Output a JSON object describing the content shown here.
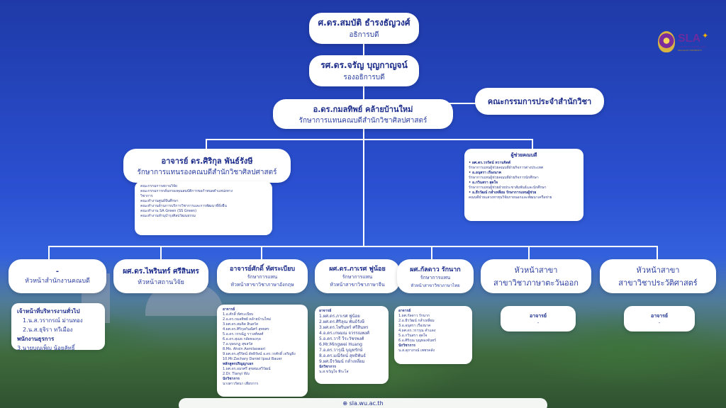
{
  "colors": {
    "navy": "#1b2c8a",
    "role": "#2b3fa0",
    "background": "#2a4fd0"
  },
  "logo": {
    "text": "SLA",
    "sub1": "SCHOOL OF LIBERAL ARTS",
    "sub2": "WALAILAK UNIVERSITY"
  },
  "president": {
    "name": "ศ.ดร.สมบัติ ธำรงธัญวงศ์",
    "role": "อธิการบดี"
  },
  "vice_president": {
    "name": "รศ.ดร.จรัญ บุญกาญจน์",
    "role": "รองอธิการบดี"
  },
  "dean": {
    "name": "อ.ดร.กมลทิพย์ คล้ายบ้านใหม่",
    "role": "รักษาการแทนคณบดีสำนักวิชาศิลปศาสตร์"
  },
  "committee": {
    "label": "คณะกรรมการประจำสำนักวิชา"
  },
  "deputy_dean": {
    "name": "อาจารย์ ดร.ศิริกุล พันธ์รังษี",
    "role": "รักษาการแทนรองคณบดีสำนักวิชาศิลปศาสตร์",
    "items": [
      "คณะกรรมการสถานวิจัย",
      "คณะกรรมการกลั่นกรองคุณสมบัติการขอกำหนดตำแหน่งทาง",
      "วิชาการ",
      "คณะทำงานศูนย์จีนศึกษา",
      "คณะทำงานด้านการบริการวิชาการและการพัฒนาที่ยั่งยืน",
      "คณะทำงาน SA Green (SS Green)",
      "คณะทำงานทำนุบำรุงศิลปวัฒนธรรม"
    ]
  },
  "assistant_deans": {
    "title": "ผู้ช่วยคณบดี",
    "members": [
      {
        "name": "ผศ.ดร.วรรัตน์ หวานจิตต์",
        "role": "รักษาการแทนผู้ช่วยคณบดีฝ่ายกิจการต่างประเทศ"
      },
      {
        "name": "อ.อนุสรา เรืองนาค",
        "role": "รักษาการแทนผู้ช่วยคณบดีฝ่ายกิจการนักศึกษา"
      },
      {
        "name": "อ.กวินสรา สุดใจ",
        "role": "รักษาการแทนผู้ช่วยฝ่ายประชาสัมพันธ์และนักศึกษา"
      },
      {
        "name": "อ.ธีรวัฒน์ กล่ำเหลี่ยม รักษาการแทนผู้ช่วย",
        "role": "คณบดีฝ่ายแสวงหาทุนวิจัยภายนอกและพัฒนาเครือข่าย"
      }
    ]
  },
  "office_head": {
    "name": "-",
    "role": "หัวหน้าสำนักงานคณบดี"
  },
  "office_staff": {
    "title": "เจ้าหน้าที่บริหารงานทั่วไป",
    "staff": [
      "1.น.ส.วรากรณ์ ม่านทอง",
      "2.น.ส.ธุจิรา ทวีเมือง"
    ],
    "title2": "พนักงานธุรการ",
    "staff2": [
      "3.นายบุญเพ็ญ น้อยลัทธิ์"
    ]
  },
  "research_head": {
    "name": "ผศ.ดร.ไพรินทร์ ศรีสินทร",
    "role": "หัวหน้าสถานวิจัย"
  },
  "english": {
    "name": "อาจารย์ศักดิ์ ทัศระเบียบ",
    "role1": "รักษาการแทน",
    "role2": "หัวหน้าสาขาวิชาภาษาอังกฤษ",
    "label": "อาจารย์",
    "items": [
      "1.อ.ศักดิ์ ทัศระเบียบ",
      "2.อ.ดร.กมลทิพย์ คล้ายบ้านใหม่",
      "3.ผศ.ดร.สมคิด สินสวัส",
      "4.ผศ.ดร.ศิริกุลกันณิศร์ สุทธศร",
      "5.อ.ดร.วรรณัฏ ราวงศ์พงศ์",
      "6.อ.ดร.สุเมธ กลัดทองกุล",
      "7.อ.บุษบกฏ สุขสวัส",
      "8.Ms. Ahsin Asmilaswari",
      "9.ผศ.ดร.สุรีรัตน์ ลัทธิรัษน์ อ.ดร.วรศักดิ์ เจริญยิ่ง",
      "10.Mr.Zachary Daniel Ipaul Bauer"
    ],
    "label2": "หลักสูตรปริญญาเอก",
    "items2": [
      "1.ผศ.ดร.อมรศรี สุขสมเสวีวัฒน์",
      "2.Dr. Tianyi Wu"
    ],
    "label3": "นักวิชาการ",
    "items3": [
      "นางสาวรัตนา เพียรการ"
    ]
  },
  "chinese": {
    "name": "ผศ.ดร.ภาเรศ ฟูน้อย",
    "role1": "รักษาการแทน",
    "role2": "หัวหน้าสาขาวิชาภาษาจีน",
    "label": "อาจารย์",
    "items": [
      "1.ผศ.ดร.ภาเรศ ฟูน้อย",
      "2.ผศ.ดร.ศิริลุณ พันธ์รังษี",
      "3.ผศ.ดร.ไพรินทร์ ศรีสินทร",
      "4.อ.ดร.เกษมณ จวรรณพงศ์",
      "5.อ.ดร.วารี วีระวัชรพงศ์",
      "6.Mr.Mingwei Huang",
      "7.อ.ดร.วารุณี บุญทรักษ์",
      "8.อ.ดร.มณีรัตน์ สุทธิพันธ์",
      "9.ผศ.ธีรวัฒน์ กล่ำเหลี่ยม"
    ],
    "label2": "นักวิชาการ",
    "items2": [
      "น.ส.ขวัญใจ พีระโส"
    ]
  },
  "thai": {
    "name": "ผศ.กัลดาว รักนาก",
    "role1": "รักษาการแทน",
    "role2": "หัวหน้าสาขาวิชาภาษาไทย",
    "label": "อาจารย์",
    "items": [
      "1.ผศ.กัลดาว รักนาก",
      "2.อ.ธีรวัฒน์ กล่ำเหลี่ยม",
      "3.อ.อนุสรา เรืองนาค",
      "4.ผศ.ดร.วรารุณ คำแดง",
      "5.อ.กวินสรา สุดใจ",
      "6.อ.ศิริกุณ บุญทองจันทร์"
    ],
    "label2": "นักวิชาการ",
    "items2": [
      "น.ส.สุภาภรณ์ เพชรคลัง"
    ]
  },
  "eastern": {
    "role1": "หัวหน้าสาขา",
    "role2": "สาขาวิชาภาษาตะวันออก",
    "label": "อาจารย์",
    "name": "-"
  },
  "history": {
    "role1": "หัวหน้าสาขา",
    "role2": "สาขาวิชาประวัติศาสตร์",
    "label": "อาจารย์",
    "name": "-"
  },
  "footer": {
    "url": "sla.wu.ac.th"
  }
}
